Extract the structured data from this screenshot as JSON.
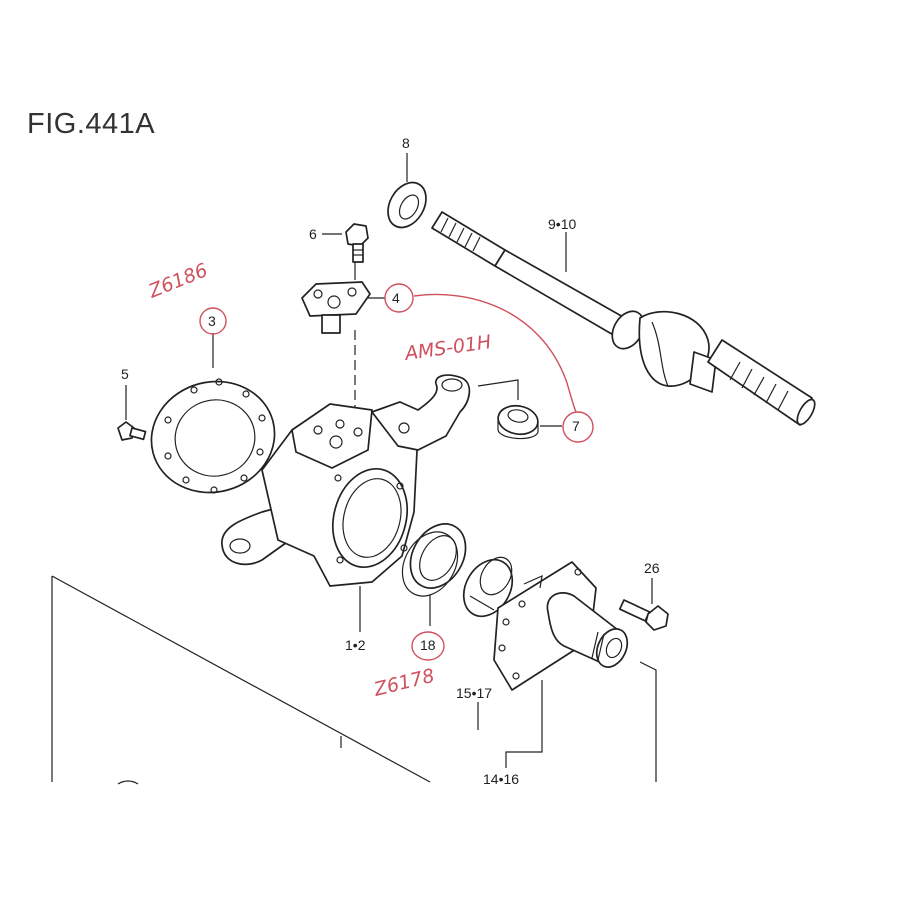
{
  "figure": {
    "title": "FIG.441A"
  },
  "labels": {
    "l8": "8",
    "l910": "9•10",
    "l6": "6",
    "l4": "4",
    "l3": "3",
    "l5": "5",
    "l7": "7",
    "l12": "1•2",
    "l18": "18",
    "l26": "26",
    "l1517": "15•17",
    "l1416": "14•16"
  },
  "handwritten": {
    "z6186": "Z6186",
    "ams": "AMS-01H",
    "z6178": "Z6178"
  },
  "colors": {
    "annotation": "#d0505e",
    "line_art": "#222222"
  }
}
